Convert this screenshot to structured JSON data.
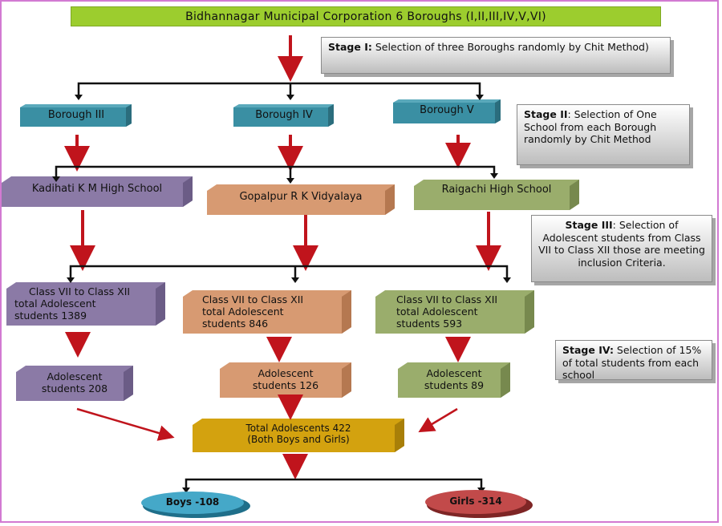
{
  "title": "Bidhannagar Municipal Corporation 6 Boroughs (I,II,III,IV,V,VI)",
  "stages": [
    {
      "label": "Stage I:",
      "text": " Selection of three Boroughs randomly by Chit Method)"
    },
    {
      "label": "Stage II",
      "text": ": Selection of One School from each Borough randomly by Chit Method"
    },
    {
      "label": "Stage III",
      "text": ": Selection of Adolescent students from Class VII to Class XII those are meeting inclusion Criteria."
    },
    {
      "label": "Stage IV:",
      "text": " Selection of 15% of total students from each school"
    }
  ],
  "boroughs": [
    "Borough   III",
    "Borough IV",
    "Borough V"
  ],
  "schools": [
    "Kadihati K M High School",
    "Gopalpur R K Vidyalaya",
    "Raigachi High School"
  ],
  "classes": [
    [
      "Class VII to Class XII",
      "total Adolescent",
      "students  1389"
    ],
    [
      "Class VII to Class XII",
      "total Adolescent",
      "students  846"
    ],
    [
      "Class VII to Class XII",
      "total Adolescent",
      "students  593"
    ]
  ],
  "adolescents": [
    [
      "Adolescent",
      "students 208"
    ],
    [
      "Adolescent",
      "students 126"
    ],
    [
      "Adolescent",
      "students 89"
    ]
  ],
  "total": [
    "Total Adolescents 422",
    "(Both Boys and Girls)"
  ],
  "boys": "Boys -108",
  "girls": "Girls -314",
  "colors": {
    "title": "#9ccd2e",
    "borough": "#3a8fa3",
    "purple": "#8b7aa6",
    "orange": "#d79a72",
    "green": "#9aad6c",
    "gold": "#d3a20f",
    "boys": "#45a8c8",
    "girls": "#c24a4a",
    "arrow_red": "#c0141c"
  }
}
